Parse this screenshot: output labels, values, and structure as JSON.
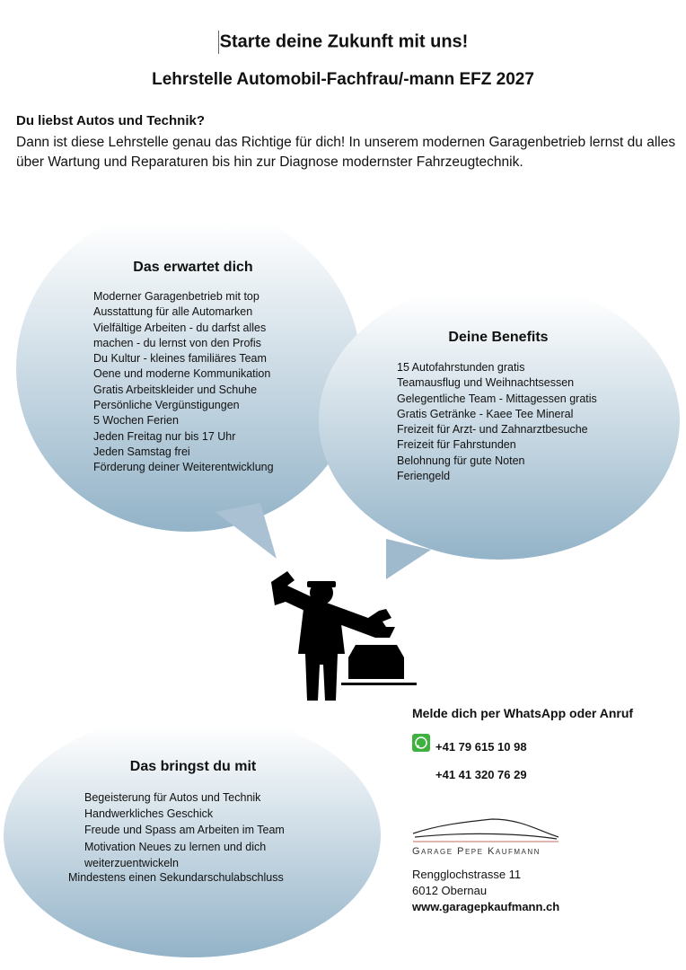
{
  "header": {
    "title": "Starte deine Zukunft mit uns!",
    "subtitle": "Lehrstelle Automobil-Fachfrau/-mann EFZ 2027"
  },
  "intro": {
    "heading": "Du liebst Autos und Technik?",
    "text": "Dann ist diese Lehrstelle genau das Richtige für dich! In unserem modernen Garagenbetrieb lernst du alles über Wartung und Reparaturen bis hin zur Diagnose modernster Fahrzeugtechnik."
  },
  "expect": {
    "title": "Das erwartet dich",
    "items": [
      "Moderner Garagenbetrieb mit top",
      "Ausstattung für alle Automarken",
      "Vielfältige Arbeiten - du darfst alles",
      "machen - du lernst von den Profis",
      "Du Kultur - kleines familiäres Team",
      "Oene und moderne Kommunikation",
      "Gratis Arbeitskleider und Schuhe",
      "Persönliche Vergünstigungen",
      "5 Wochen Ferien",
      "Jeden Freitag nur bis 17 Uhr",
      "Jeden Samstag frei",
      "Förderung deiner Weiterentwicklung"
    ]
  },
  "benefits": {
    "title": "Deine Benefits",
    "items": [
      "15 Autofahrstunden gratis",
      "Teamausflug und Weihnachtsessen",
      "Gelegentliche Team - Mittagessen gratis",
      "Gratis Getränke - Kaee Tee Mineral",
      "Freizeit für Arzt- und Zahnarztbesuche",
      "Freizeit für Fahrstunden",
      "Belohnung für gute Noten",
      "Feriengeld"
    ]
  },
  "bring": {
    "title": "Das bringst du mit",
    "items": [
      "Begeisterung für Autos und Technik",
      "Handwerkliches Geschick",
      "Freude und Spass am Arbeiten im Team",
      "Motivation Neues zu lernen und dich",
      "weiterzuentwickeln"
    ],
    "last": "Mindestens einen Sekundarschulabschluss"
  },
  "contact": {
    "heading": "Melde dich per WhatsApp oder Anruf",
    "whatsapp": "+41 79 615 10 98",
    "phone": "+41 41 320 76 29"
  },
  "company": {
    "name": "Garage Pepe Kaufmann",
    "street": "Rengglochstrasse 11",
    "city": "6012 Obernau",
    "web": "www.garagepkaufmann.ch"
  },
  "colors": {
    "bubble_top": "#ffffff",
    "bubble_bottom": "#93b3c8",
    "whatsapp": "#3fb13f"
  }
}
